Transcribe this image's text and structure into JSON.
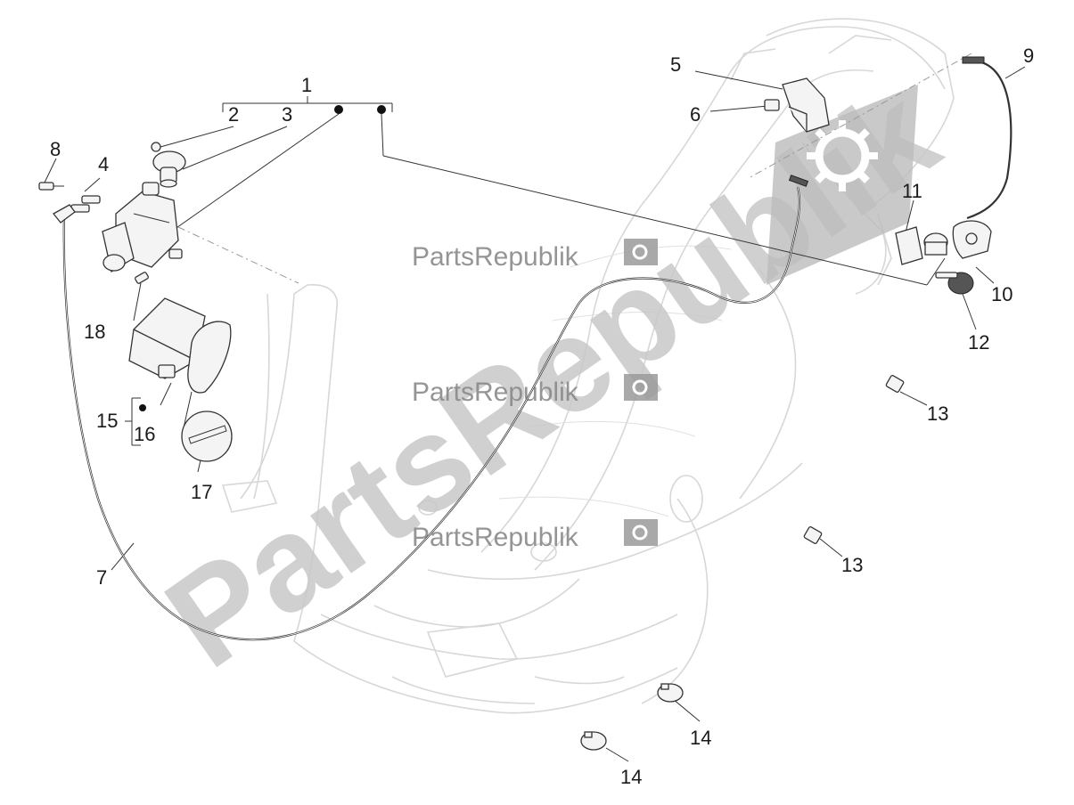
{
  "watermark": {
    "big_text": "PartsRepublik",
    "small_text": "PartsRepublik"
  },
  "callouts": [
    {
      "id": "c1",
      "label": "1"
    },
    {
      "id": "c2",
      "label": "2"
    },
    {
      "id": "c3",
      "label": "3"
    },
    {
      "id": "c4",
      "label": "4"
    },
    {
      "id": "c5",
      "label": "5"
    },
    {
      "id": "c6",
      "label": "6"
    },
    {
      "id": "c7",
      "label": "7"
    },
    {
      "id": "c8",
      "label": "8"
    },
    {
      "id": "c9",
      "label": "9"
    },
    {
      "id": "c10",
      "label": "10"
    },
    {
      "id": "c11",
      "label": "11"
    },
    {
      "id": "c12",
      "label": "12"
    },
    {
      "id": "c13a",
      "label": "13"
    },
    {
      "id": "c13b",
      "label": "13"
    },
    {
      "id": "c14a",
      "label": "14"
    },
    {
      "id": "c14b",
      "label": "14"
    },
    {
      "id": "c15",
      "label": "15"
    },
    {
      "id": "c16",
      "label": "16"
    },
    {
      "id": "c17",
      "label": "17"
    },
    {
      "id": "c18",
      "label": "18"
    }
  ],
  "colors": {
    "line": "#333333",
    "frame": "#d7d7d7",
    "watermark": "#c8c8c8",
    "watermark_small": "#8a8a8a"
  }
}
